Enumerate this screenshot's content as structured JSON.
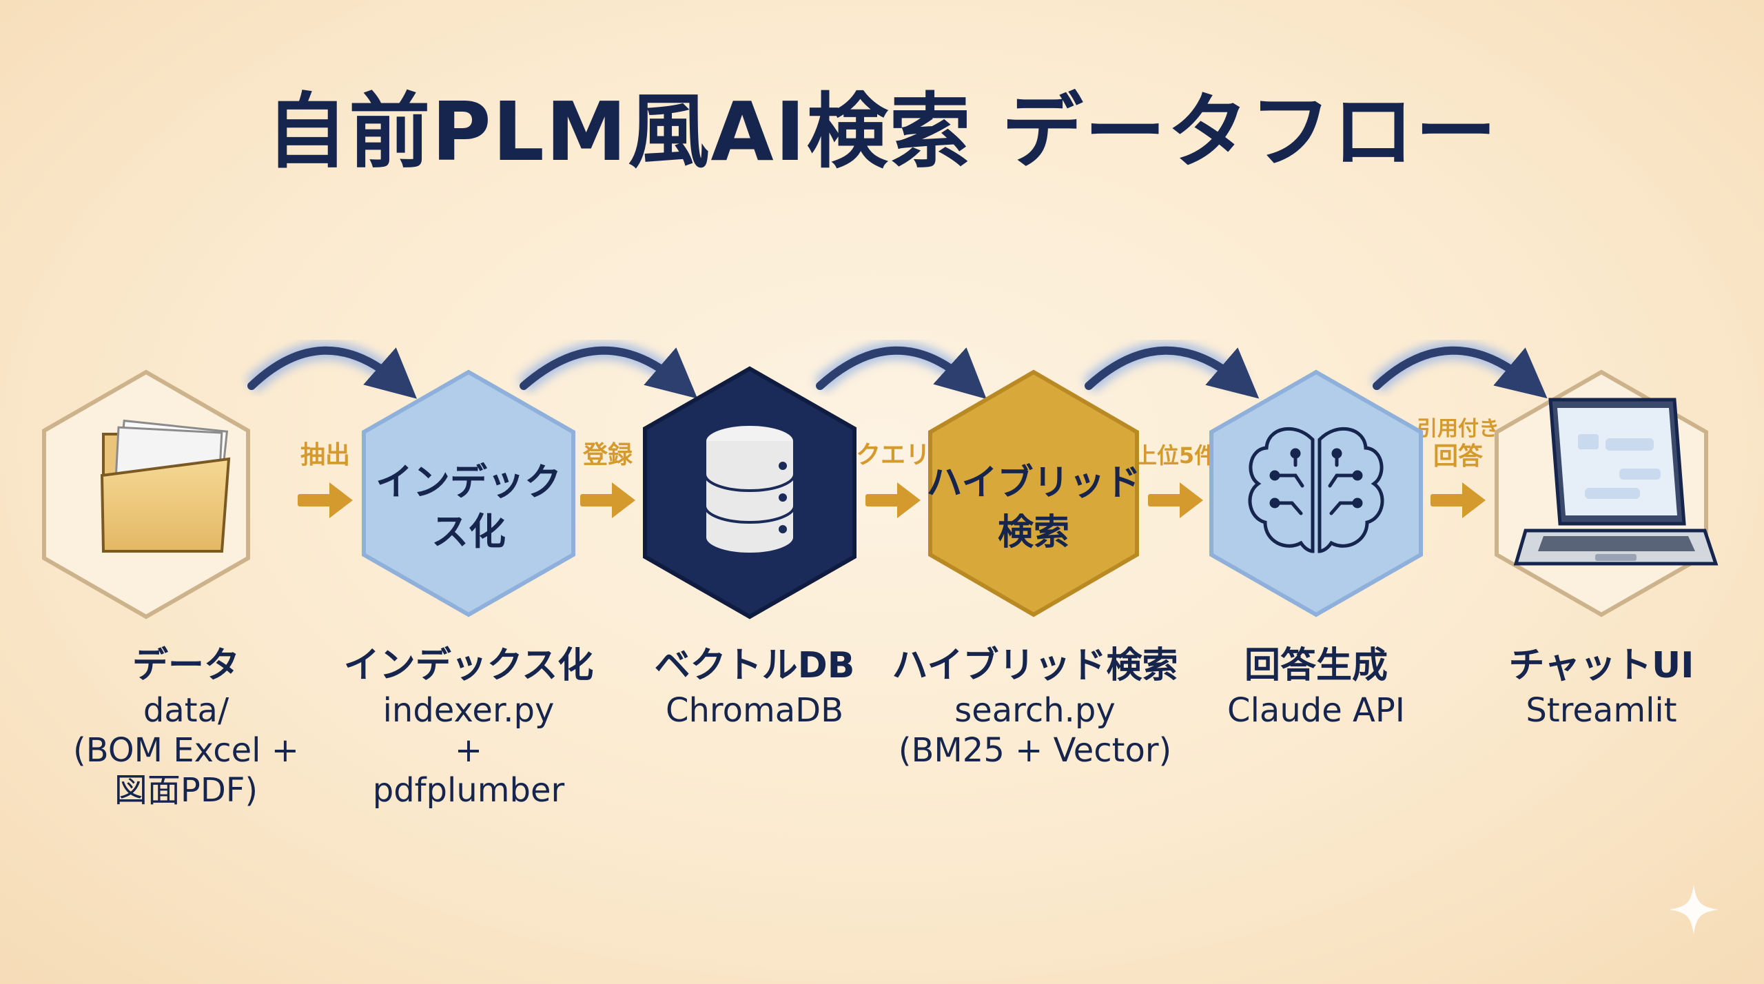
{
  "title": "自前PLM風AI検索 データフロー",
  "steps": [
    {
      "name": "データ",
      "detail": "data/\n(BOM Excel +\n図面PDF)",
      "icon": "folder-icon",
      "hex_label": ""
    },
    {
      "name": "インデックス化",
      "detail": "indexer.py\n+\npdfplumber",
      "icon": "",
      "hex_label": [
        "インデック",
        "ス化"
      ]
    },
    {
      "name": "ベクトルDB",
      "detail": "ChromaDB",
      "icon": "database-icon",
      "hex_label": ""
    },
    {
      "name": "ハイブリッド検索",
      "detail": "search.py\n(BM25 + Vector)",
      "icon": "",
      "hex_label": [
        "ハイブリッド",
        "検索"
      ]
    },
    {
      "name": "回答生成",
      "detail": "Claude API",
      "icon": "brain-circuit-icon",
      "hex_label": ""
    },
    {
      "name": "チャットUI",
      "detail": "Streamlit",
      "icon": "laptop-chat-icon",
      "hex_label": ""
    }
  ],
  "connectors": [
    {
      "label": [
        "抽出"
      ]
    },
    {
      "label": [
        "登録"
      ]
    },
    {
      "label": [
        "クエリ"
      ]
    },
    {
      "label": [
        "上位5件"
      ]
    },
    {
      "label": [
        "引用付き",
        "回答"
      ]
    }
  ],
  "colors": {
    "navy": "#16254d",
    "light_blue": "#a9c6e6",
    "gold": "#d8a83a",
    "cream": "#fbf1de",
    "arrow_gold": "#d49a2e",
    "curve_navy": "#2c3f6e"
  }
}
